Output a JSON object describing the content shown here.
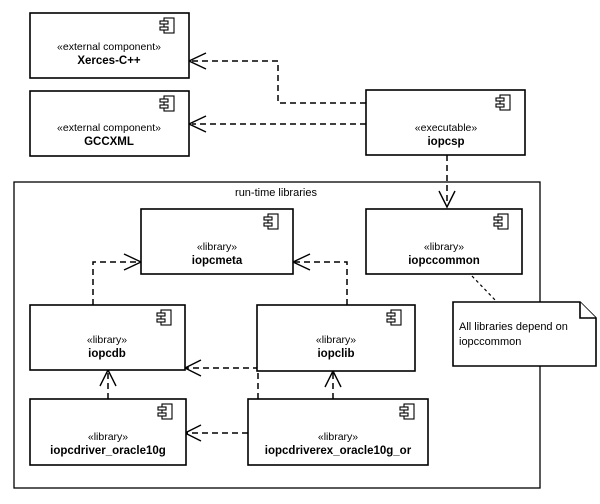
{
  "package": {
    "title": "run-time libraries"
  },
  "components": [
    {
      "id": "xerces",
      "stereotype": "«external component»",
      "name": "Xerces-C++"
    },
    {
      "id": "gccxml",
      "stereotype": "«external component»",
      "name": "GCCXML"
    },
    {
      "id": "iopcsp",
      "stereotype": "«executable»",
      "name": "iopcsp"
    },
    {
      "id": "iopcmeta",
      "stereotype": "«library»",
      "name": "iopcmeta"
    },
    {
      "id": "iopccommon",
      "stereotype": "«library»",
      "name": "iopccommon"
    },
    {
      "id": "iopcdb",
      "stereotype": "«library»",
      "name": "iopcdb"
    },
    {
      "id": "iopclib",
      "stereotype": "«library»",
      "name": "iopclib"
    },
    {
      "id": "iopcdriver",
      "stereotype": "«library»",
      "name": "iopcdriver_oracle10g"
    },
    {
      "id": "iopcdriverex",
      "stereotype": "«library»",
      "name": "iopcdriverex_oracle10g_or"
    }
  ],
  "dependencies": [
    {
      "from": "iopcsp",
      "to": "xerces"
    },
    {
      "from": "iopcsp",
      "to": "gccxml"
    },
    {
      "from": "iopcsp",
      "to": "iopccommon"
    },
    {
      "from": "iopcdb",
      "to": "iopcmeta"
    },
    {
      "from": "iopclib",
      "to": "iopcmeta"
    },
    {
      "from": "iopcdriver",
      "to": "iopcdb"
    },
    {
      "from": "iopcdriverex",
      "to": "iopcdb"
    },
    {
      "from": "iopcdriverex",
      "to": "iopclib"
    },
    {
      "from": "iopcdriverex",
      "to": "iopcdriver"
    }
  ],
  "note": {
    "line1": "All libraries depend on",
    "line2": "iopccommon"
  }
}
